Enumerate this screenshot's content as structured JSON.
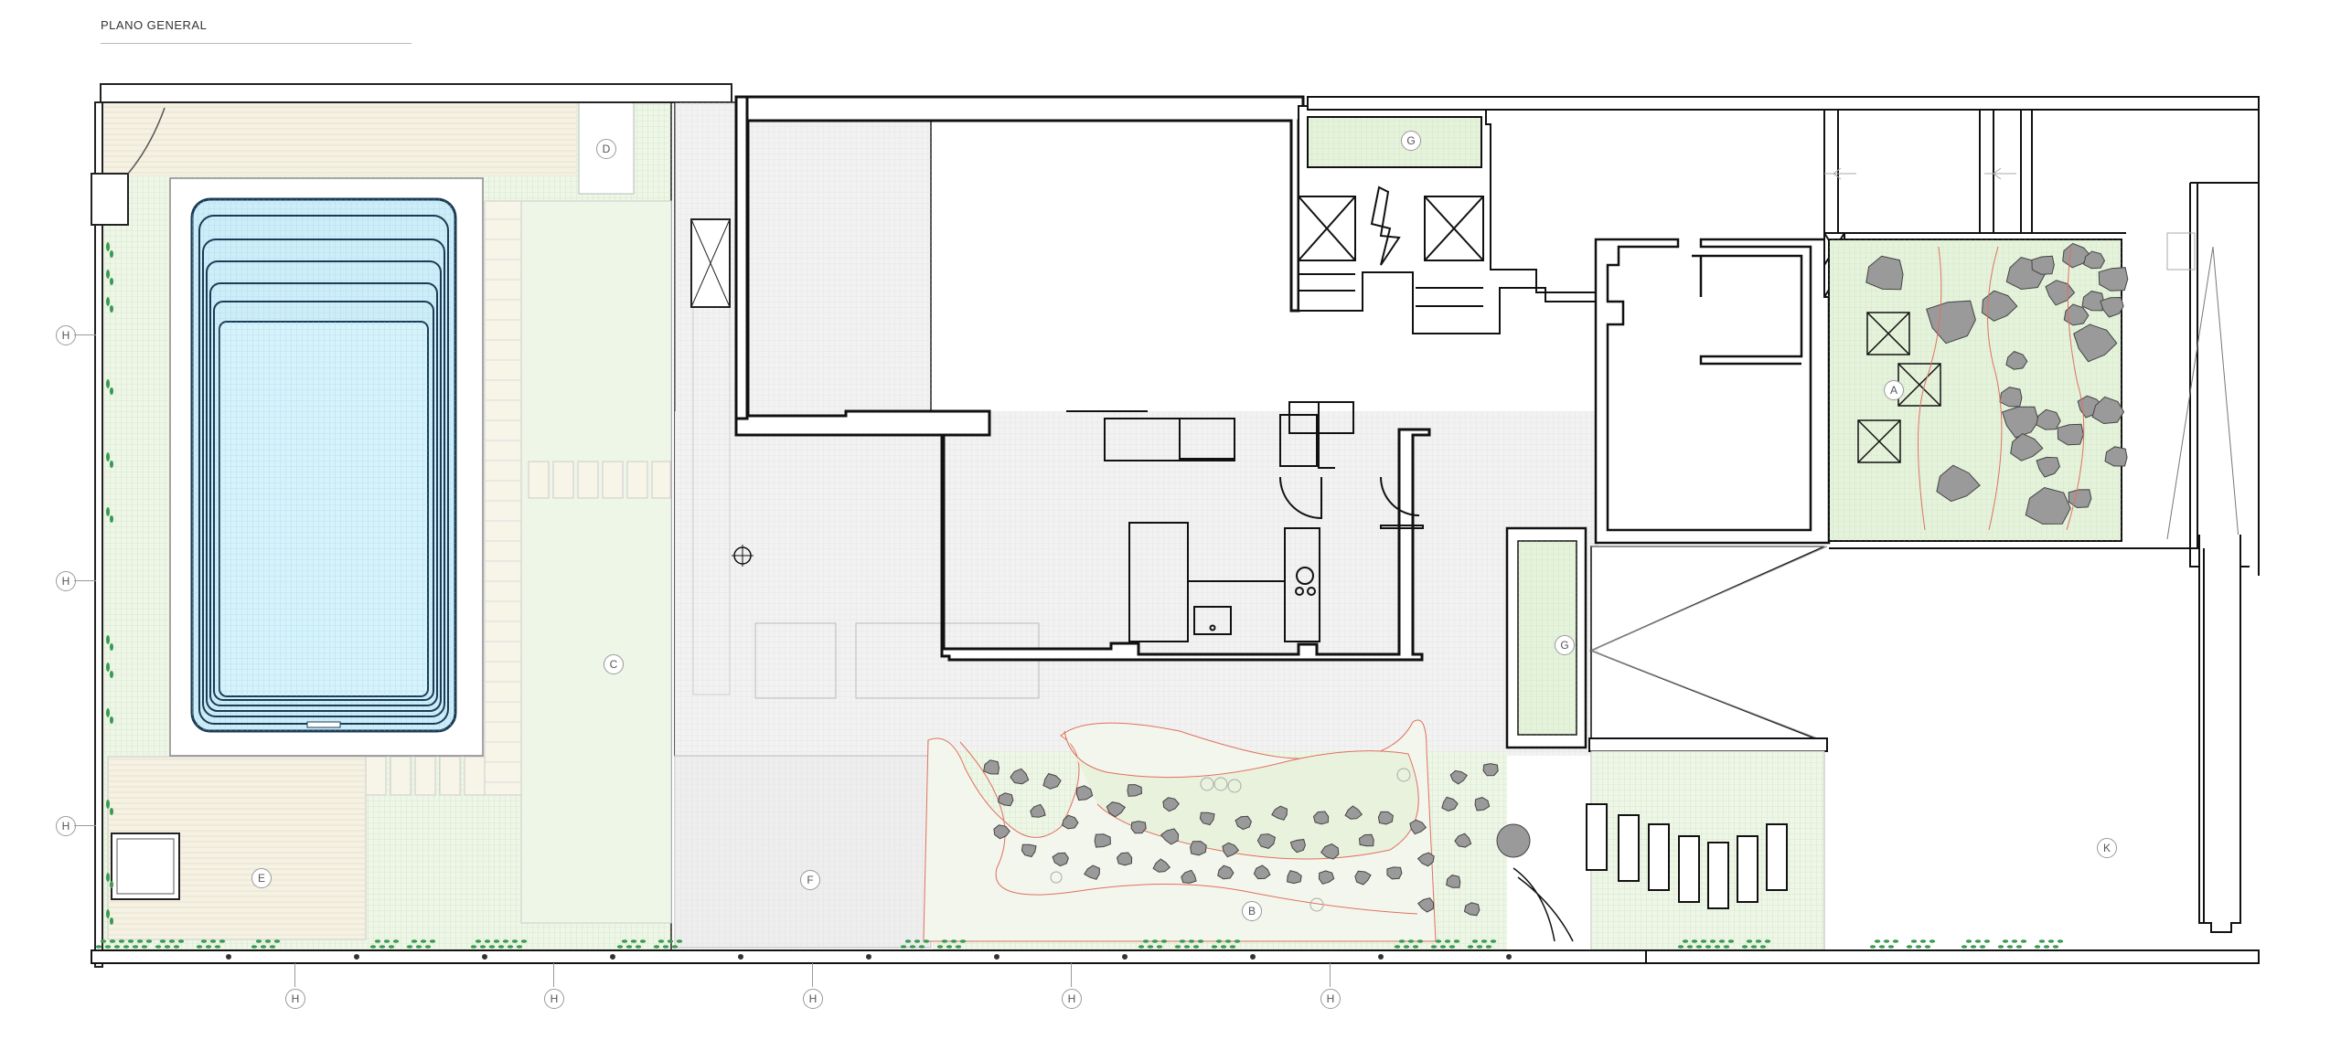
{
  "header": {
    "title": "PLANO GENERAL"
  },
  "zones": {
    "A": "A",
    "B": "B",
    "C": "C",
    "D": "D",
    "E": "E",
    "F": "F",
    "G1": "G",
    "G2": "G",
    "K": "K"
  },
  "hedge_markers": {
    "left": [
      "H",
      "H",
      "H"
    ],
    "bottom": [
      "H",
      "H",
      "H",
      "H",
      "H"
    ]
  },
  "colors": {
    "pool_water": "#cdeef8",
    "pool_edge": "#1b3b55",
    "lawn": "#e6f3dc",
    "deck": "#f3f1e6",
    "paving": "#f1f1f1",
    "rock": "#9a9a9a",
    "plant": "#3a9a52",
    "wall": "#111111"
  }
}
